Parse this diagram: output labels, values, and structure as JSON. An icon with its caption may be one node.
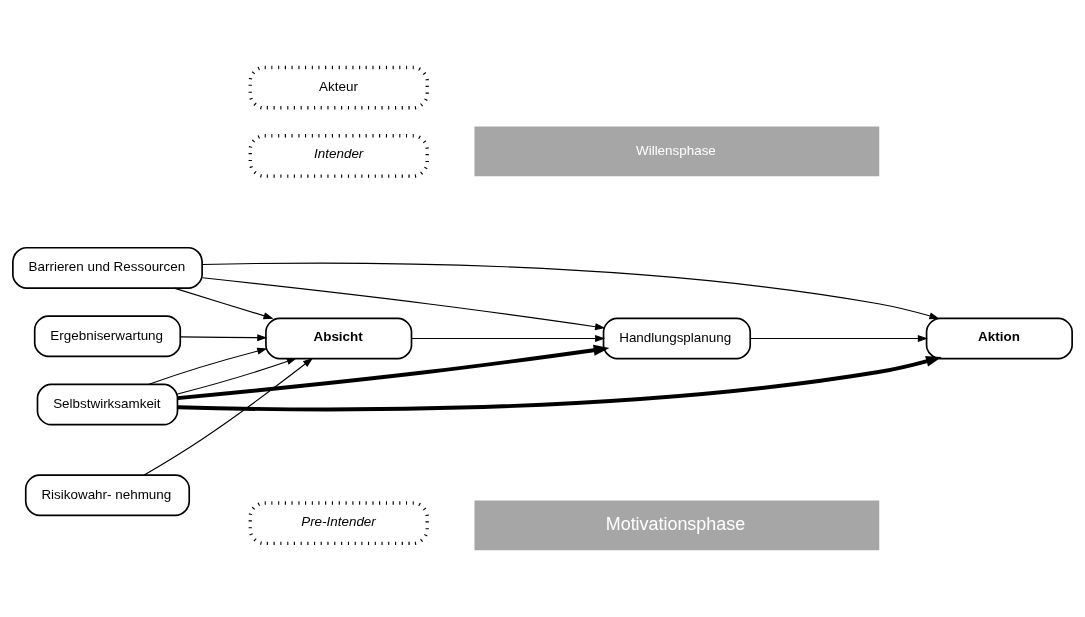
{
  "diagram": {
    "nodes": [
      {
        "text": [
          "Selbstwirksamkeit"
        ]
      },
      {
        "text": [
          "Ergebniserwartung"
        ]
      },
      {
        "text": [
          "Risikowahr- nehmung"
        ]
      },
      {
        "text": [
          "Absicht"
        ]
      },
      {
        "text": [
          "Handlungsplanung"
        ]
      },
      {
        "text": [
          "Aktion"
        ]
      },
      {
        "text": [
          "Barrieren und Ressourcen"
        ]
      },
      {
        "text": [
          "Pre-Intender"
        ]
      },
      {
        "text": [
          "Intender"
        ]
      },
      {
        "text": [
          "Akteur"
        ]
      },
      {
        "text": [
          "Motivationsphase"
        ]
      },
      {
        "text": [
          "Willensphase"
        ]
      }
    ],
    "edges": [
      {
        "from": 0,
        "to": 3,
        "arrow": "to"
      },
      {
        "from": 0,
        "to": 3,
        "arrow": "to"
      },
      {
        "from": 0,
        "to": 4,
        "arrow": "to",
        "style": "thick"
      },
      {
        "from": 0,
        "to": 5,
        "arrow": "to",
        "style": "thick"
      },
      {
        "from": 1,
        "to": 3,
        "arrow": "to"
      },
      {
        "from": 2,
        "to": 3,
        "arrow": "to"
      },
      {
        "from": 3,
        "to": 4,
        "arrow": "to"
      },
      {
        "from": 4,
        "to": 5,
        "arrow": "to"
      },
      {
        "from": 6,
        "to": 3,
        "arrow": "to"
      },
      {
        "from": 6,
        "to": 4,
        "arrow": "to"
      },
      {
        "from": 6,
        "to": 5,
        "arrow": "to"
      }
    ]
  }
}
